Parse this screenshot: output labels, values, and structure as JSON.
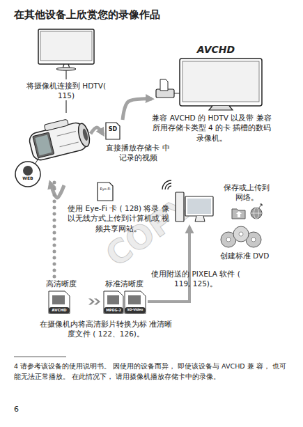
{
  "diagram": {
    "title": "在其他设备上欣赏您的录像作品",
    "nodes": [
      {
        "text": [
          "将摄像机连接到 HDTV( 115)"
        ]
      },
      {
        "text": [
          "AVCHD",
          "兼容 AVCHD 的 HDTV 以及带 兼容所用存储卡类型 4 的卡 插槽的数码录像机。"
        ]
      },
      {
        "text": [
          "WEB"
        ]
      },
      {
        "text": [
          "SD",
          "直接播放存储卡 中记录的视频"
        ]
      },
      {
        "text": [
          "Eye-Fi",
          "使用 Eye-Fi 卡 ( 128) 将录 像以无线方式上传到计算机或 视频共享网站。"
        ]
      },
      {
        "text": [
          "保存或上传到 网络。"
        ]
      },
      {
        "text": [
          "创建标准 DVD"
        ]
      },
      {
        "text": [
          "高清晰度",
          "AVCHD"
        ]
      },
      {
        "text": [
          "标准清晰度",
          "MPEG-2",
          "SD-Video"
        ]
      }
    ],
    "edges": [
      {
        "from": 2,
        "to": 0,
        "arrow": "none"
      },
      {
        "from": 2,
        "to": 3,
        "arrow": "to"
      },
      {
        "from": 3,
        "to": 1,
        "arrow": "to"
      },
      {
        "from": 4,
        "to": 2,
        "arrow": "to"
      },
      {
        "from": 2,
        "to": 7,
        "arrow": "none"
      },
      {
        "from": 7,
        "to": 8,
        "arrow": "to"
      },
      {
        "from": 8,
        "to": 5,
        "label": "使用附送的 PIXELA 软件 ( 119, 125)。",
        "arrow": "to"
      }
    ],
    "labels": [
      "在摄像机内将高清影片转换为标 准清晰度文件 ( 122、126)。",
      "COPY",
      "4 请参考该设备的使用说明书。 因使用的设备而异， 即使该设备与 AVCHD 兼 容， 也可能无法正常播放。 在此情况下， 请用摄像机播放存储卡中的录像。",
      "6"
    ]
  }
}
